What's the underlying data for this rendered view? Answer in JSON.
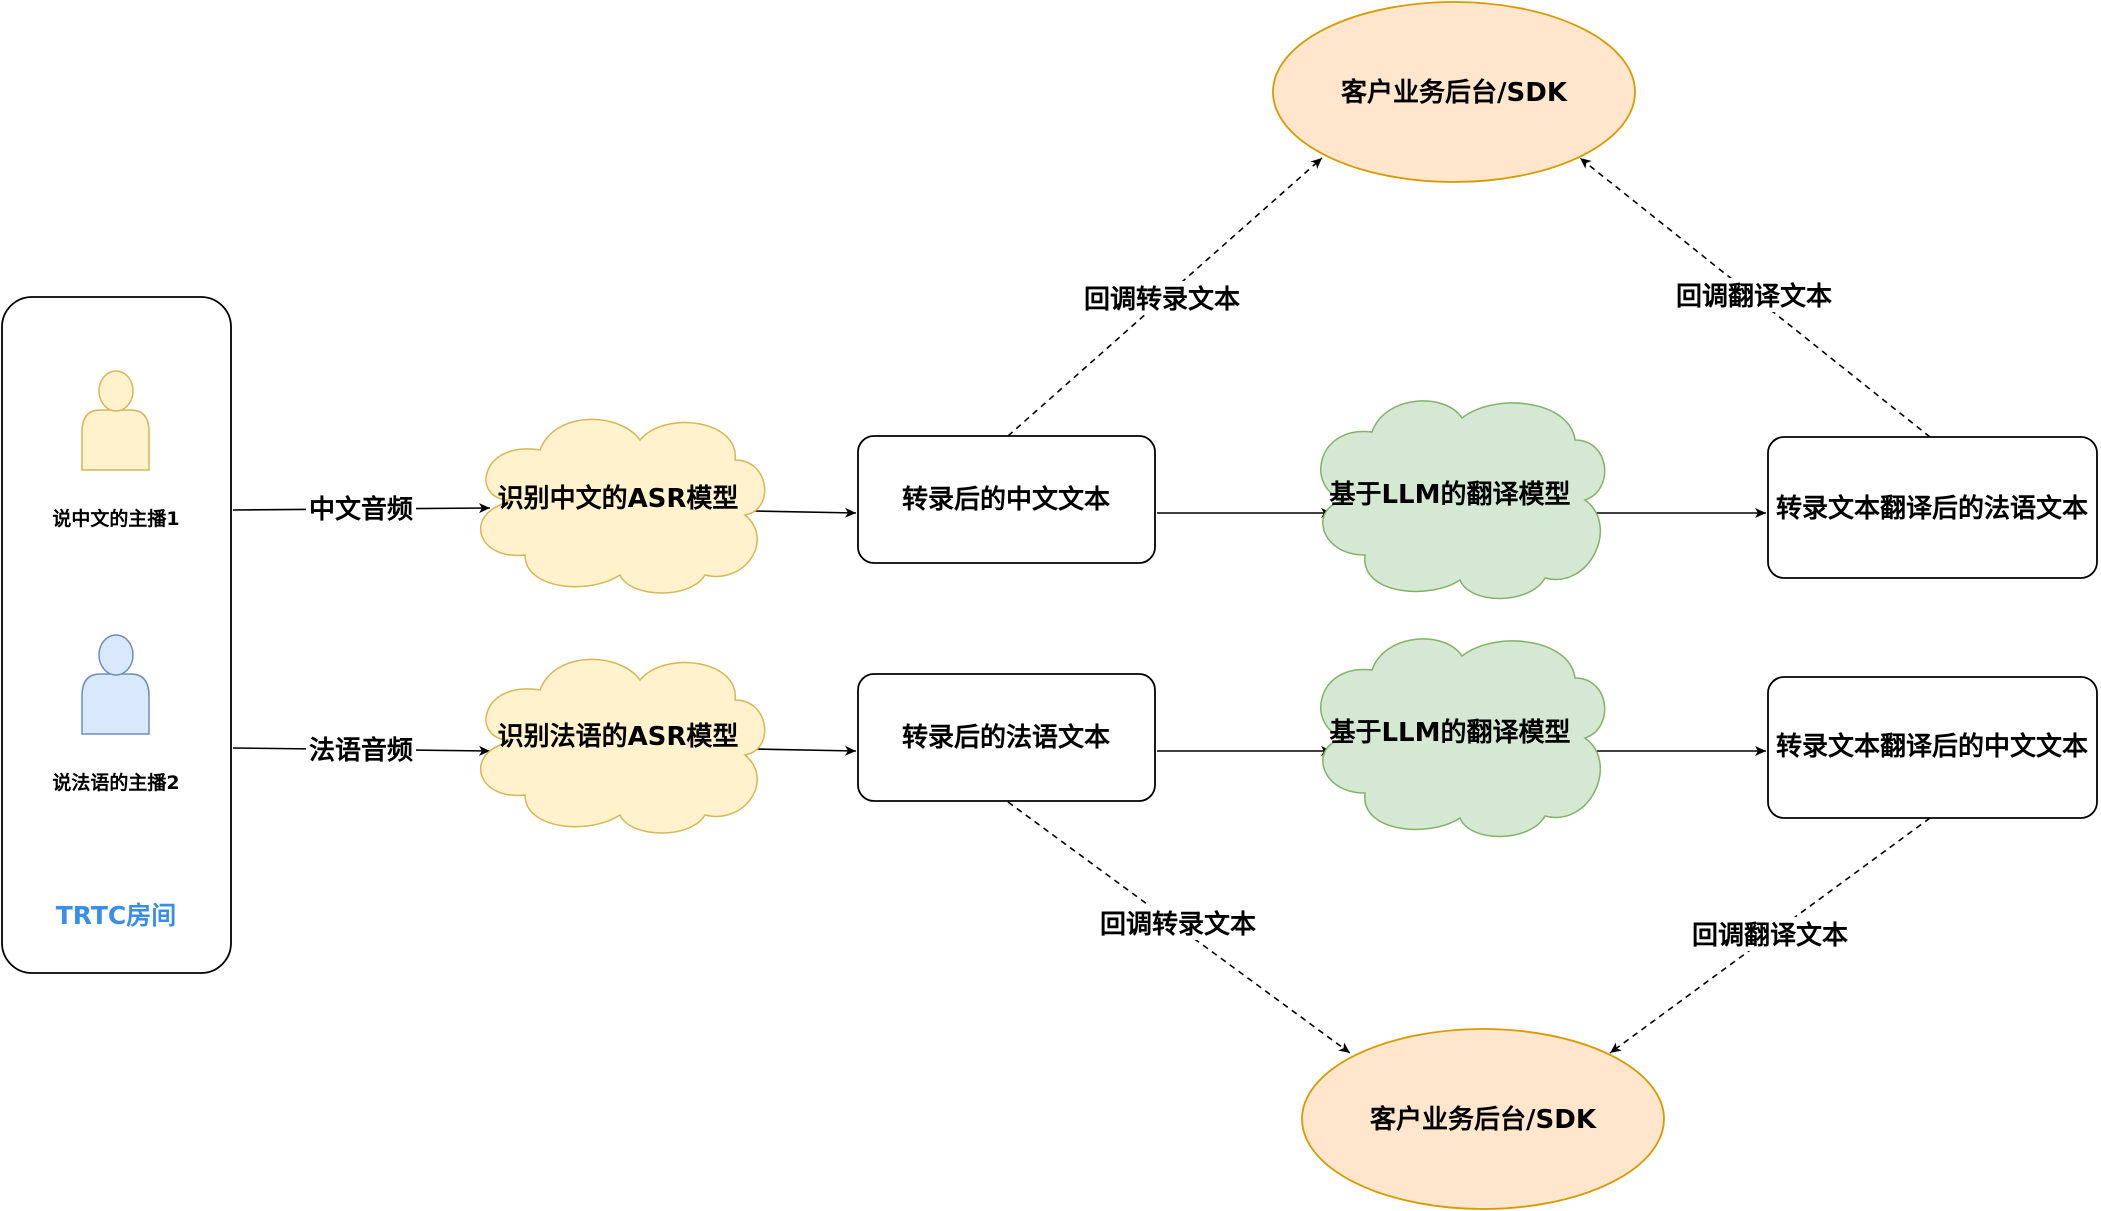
{
  "colors": {
    "asr_fill": "#fff2cc",
    "asr_stroke": "#d6b656",
    "llm_fill": "#d5e8d4",
    "llm_stroke": "#82b366",
    "backend_fill": "#ffe6cc",
    "backend_stroke": "#d79b00",
    "speaker1_fill": "#fff2cc",
    "speaker1_stroke": "#d6b656",
    "speaker2_fill": "#dae8fc",
    "speaker2_stroke": "#6c8ebf",
    "room_label_color": "#3b8ee8"
  },
  "room": {
    "label": "TRTC房间",
    "speakers": [
      {
        "label": "说中文的主播1",
        "icon": "user-icon"
      },
      {
        "label": "说法语的主播2",
        "icon": "user-icon"
      }
    ]
  },
  "audio_labels": {
    "chinese": "中文音频",
    "french": "法语音频"
  },
  "asr_models": {
    "chinese": "识别中文的ASR模型",
    "french": "识别法语的ASR模型"
  },
  "transcripts": {
    "chinese": "转录后的中文文本",
    "french": "转录后的法语文本"
  },
  "translation_models": {
    "top": "基于LLM的翻译模型",
    "bottom": "基于LLM的翻译模型"
  },
  "translations": {
    "to_french": "转录文本翻译后的法语文本",
    "to_chinese": "转录文本翻译后的中文文本"
  },
  "backends": {
    "top": "客户业务后台/SDK",
    "bottom": "客户业务后台/SDK"
  },
  "callbacks": {
    "top_transcript": "回调转录文本",
    "top_translation": "回调翻译文本",
    "bottom_transcript": "回调转录文本",
    "bottom_translation": "回调翻译文本"
  }
}
